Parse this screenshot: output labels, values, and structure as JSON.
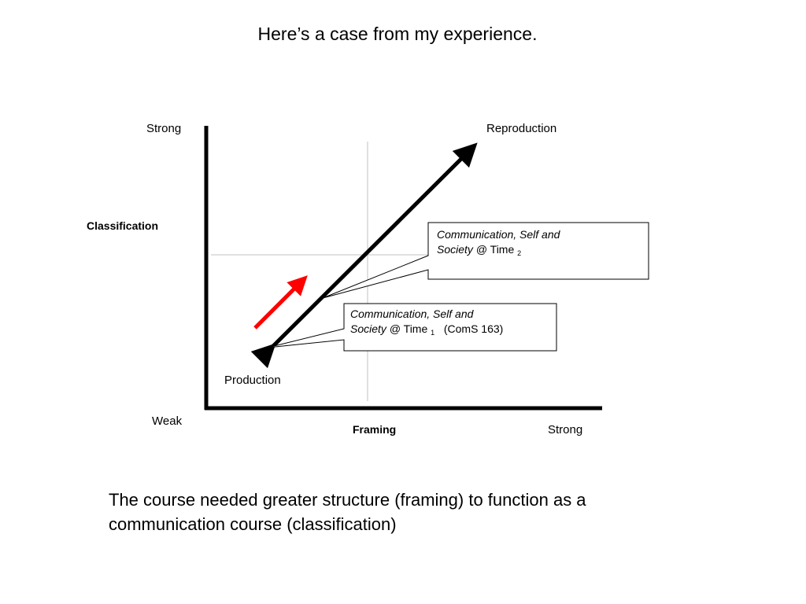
{
  "slide": {
    "title": "Here’s a case from my experience.",
    "bottom_text": "The course needed greater structure (framing) to function as a communication course (classification)"
  },
  "diagram": {
    "y_axis": {
      "name": "Classification",
      "high": "Strong",
      "low": "Weak"
    },
    "x_axis": {
      "name": "Framing",
      "high": "Strong"
    },
    "arrow_ends": {
      "top": "Reproduction",
      "bottom": "Production"
    },
    "callout_time2": {
      "course_line1": "Communication, Self and",
      "course_line2": "Society",
      "at": "@ Time",
      "index": "2"
    },
    "callout_time1": {
      "course_line1": "Communication, Self and",
      "course_line2": "Society",
      "at": "@ Time",
      "index": "1",
      "code": "(ComS 163)"
    },
    "colors": {
      "axis": "#000000",
      "main_arrow": "#000000",
      "trend_arrow": "#ff0000",
      "guide_lines": "#c0c0c0",
      "callout_border": "#000000"
    }
  }
}
